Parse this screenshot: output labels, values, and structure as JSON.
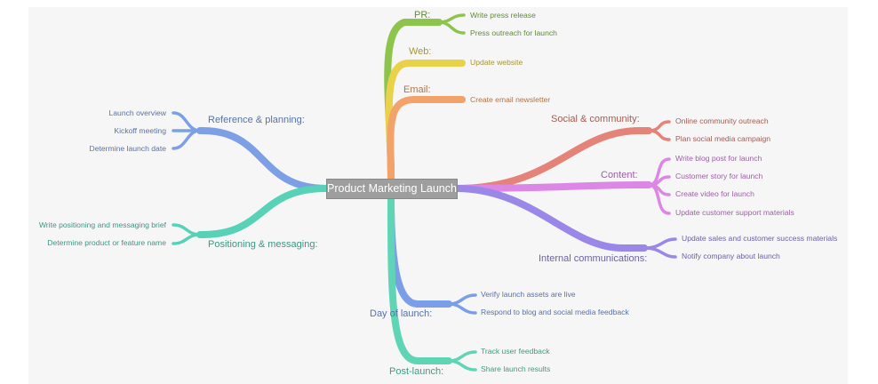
{
  "root": "Product Marketing Launch",
  "colors": {
    "pr": "#8cc44c",
    "web": "#e9d24a",
    "email": "#f3a36a",
    "social": "#e58379",
    "content": "#dc86e6",
    "internal": "#9a87e8",
    "dayof": "#7a9ee8",
    "post": "#5fd5b6",
    "reference": "#7c9fe6",
    "positioning": "#57d2b7"
  },
  "branches": {
    "pr": {
      "label": "PR:",
      "leaves": [
        "Write press release",
        "Press outreach for launch"
      ]
    },
    "web": {
      "label": "Web:",
      "leaves": [
        "Update website"
      ]
    },
    "email": {
      "label": "Email:",
      "leaves": [
        "Create email newsletter"
      ]
    },
    "social": {
      "label": "Social & community:",
      "leaves": [
        "Online community outreach",
        "Plan social media campaign"
      ]
    },
    "content": {
      "label": "Content:",
      "leaves": [
        "Write blog post for launch",
        "Customer story for launch",
        "Create video for launch",
        "Update customer support materials"
      ]
    },
    "internal": {
      "label": "Internal communications:",
      "leaves": [
        "Update sales and customer success materials",
        "Notify company about launch"
      ]
    },
    "dayof": {
      "label": "Day of launch:",
      "leaves": [
        "Verify launch assets are live",
        "Respond to blog and social media feedback"
      ]
    },
    "post": {
      "label": "Post-launch:",
      "leaves": [
        "Track user feedback",
        "Share launch results"
      ]
    },
    "reference": {
      "label": "Reference & planning:",
      "leaves": [
        "Launch overview",
        "Kickoff meeting",
        "Determine launch date"
      ]
    },
    "positioning": {
      "label": "Positioning & messaging:",
      "leaves": [
        "Write positioning and messaging brief",
        "Determine product or feature name"
      ]
    }
  }
}
